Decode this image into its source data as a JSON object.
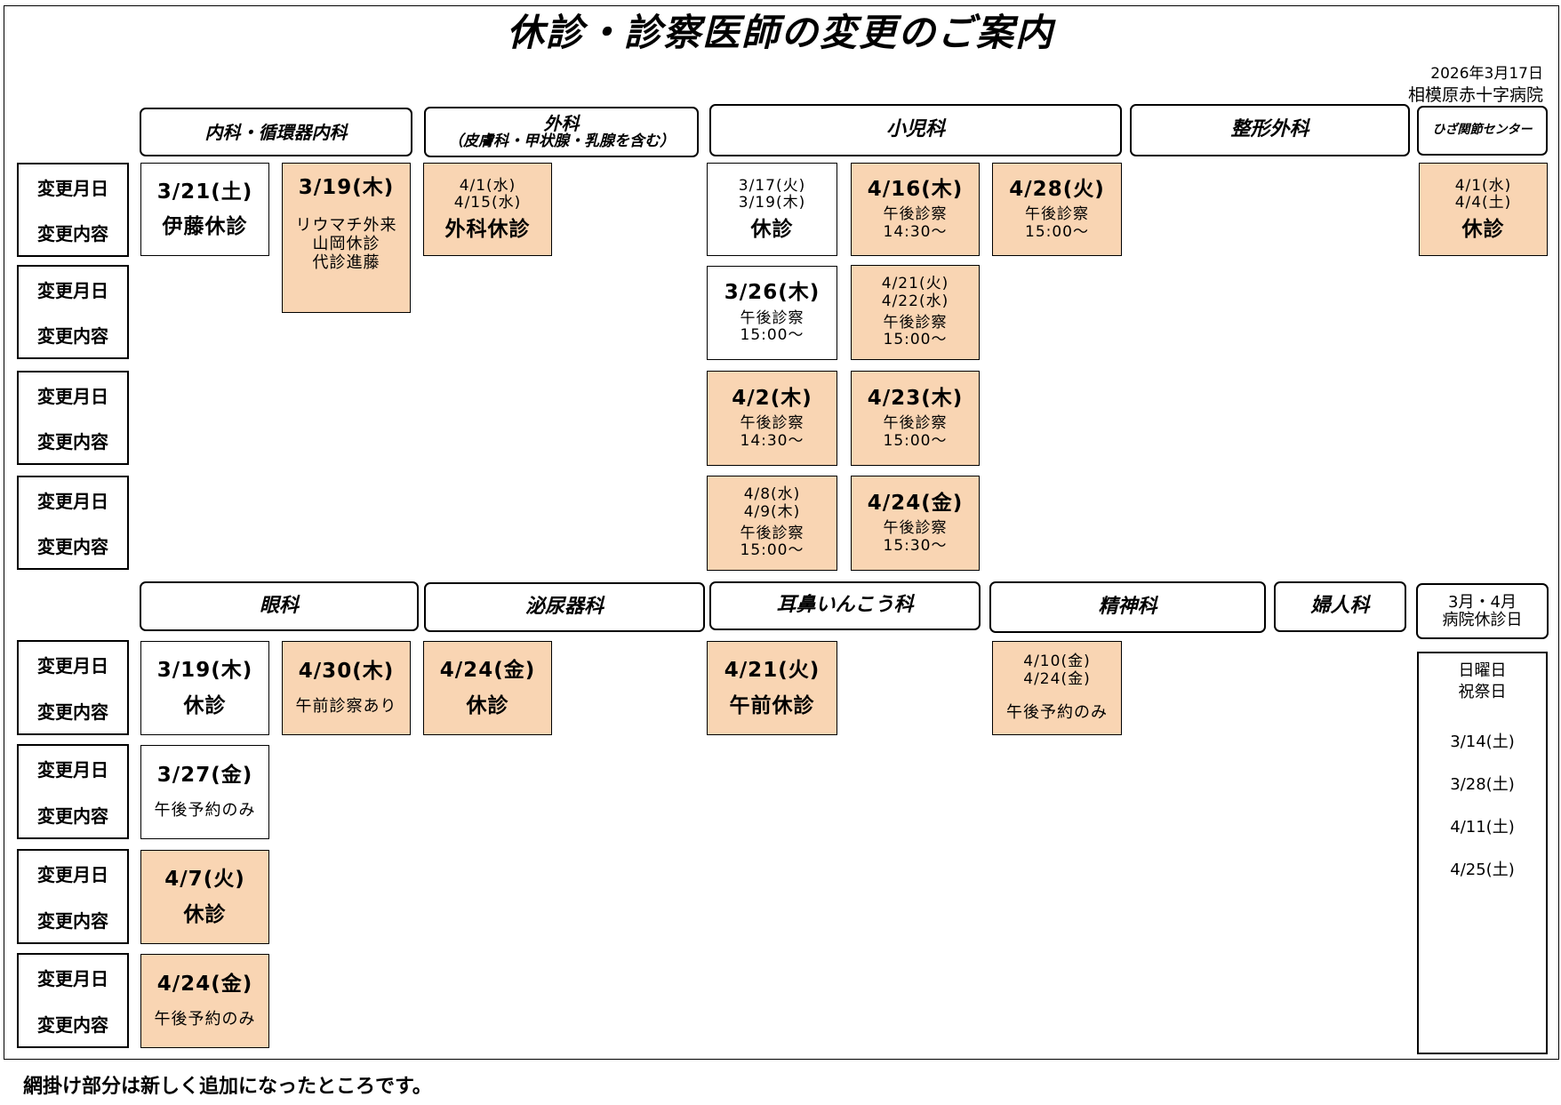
{
  "title": "休診・診察医師の変更のご案内",
  "date": "2026年3月17日",
  "hospital": "相模原赤十字病院",
  "label_date": "変更月日",
  "label_content": "変更内容",
  "headers_top": {
    "naika": "内科・循環器内科",
    "geka": "外科",
    "geka_sub": "（皮膚科・甲状腺・乳腺を含む）",
    "shonika": "小児科",
    "seikei": "整形外科",
    "hiza": "ひざ関節センター"
  },
  "headers_bottom": {
    "ganka": "眼科",
    "hinyo": "泌尿器科",
    "jibi": "耳鼻いんこう科",
    "seishin": "精神科",
    "fujin": "婦人科",
    "holiday_line1": "3月・4月",
    "holiday_line2": "病院休診日"
  },
  "cells": {
    "naika1_date": "3/21(土)",
    "naika1_text": "伊藤休診",
    "naika2_date": "3/19(木)",
    "naika2_l1": "リウマチ外来",
    "naika2_l2": "山岡休診",
    "naika2_l3": "代診進藤",
    "geka1_d1": "4/1(水)",
    "geka1_d2": "4/15(水)",
    "geka1_text": "外科休診",
    "sho_a1_d1": "3/17(火)",
    "sho_a1_d2": "3/19(木)",
    "sho_a1_text": "休診",
    "sho_a2_date": "3/26(木)",
    "sho_a2_t1": "午後診察",
    "sho_a2_t2": "15:00〜",
    "sho_a3_date": "4/2(木)",
    "sho_a3_t1": "午後診察",
    "sho_a3_t2": "14:30〜",
    "sho_a4_d1": "4/8(水)",
    "sho_a4_d2": "4/9(木)",
    "sho_a4_t1": "午後診察",
    "sho_a4_t2": "15:00〜",
    "sho_b1_date": "4/16(木)",
    "sho_b1_t1": "午後診察",
    "sho_b1_t2": "14:30〜",
    "sho_b2_d1": "4/21(火)",
    "sho_b2_d2": "4/22(水)",
    "sho_b2_t1": "午後診察",
    "sho_b2_t2": "15:00〜",
    "sho_b3_date": "4/23(木)",
    "sho_b3_t1": "午後診察",
    "sho_b3_t2": "15:00〜",
    "sho_b4_date": "4/24(金)",
    "sho_b4_t1": "午後診察",
    "sho_b4_t2": "15:30〜",
    "sho_c1_date": "4/28(火)",
    "sho_c1_t1": "午後診察",
    "sho_c1_t2": "15:00〜",
    "hiza1_d1": "4/1(水)",
    "hiza1_d2": "4/4(土)",
    "hiza1_text": "休診",
    "gan_a1_date": "3/19(木)",
    "gan_a1_text": "休診",
    "gan_a2_date": "3/27(金)",
    "gan_a2_text": "午後予約のみ",
    "gan_a3_date": "4/7(火)",
    "gan_a3_text": "休診",
    "gan_a4_date": "4/24(金)",
    "gan_a4_text": "午後予約のみ",
    "gan_b1_date": "4/30(木)",
    "gan_b1_text": "午前診察あり",
    "hin1_date": "4/24(金)",
    "hin1_text": "休診",
    "jib1_date": "4/21(火)",
    "jib1_text": "午前休診",
    "sei1_d1": "4/10(金)",
    "sei1_d2": "4/24(金)",
    "sei1_text": "午後予約のみ"
  },
  "holidays": {
    "line1": "日曜日",
    "line2": "祝祭日",
    "dates": [
      "3/14(土)",
      "3/28(土)",
      "4/11(土)",
      "4/25(土)"
    ]
  },
  "footer": "網掛け部分は新しく追加になったところです。"
}
